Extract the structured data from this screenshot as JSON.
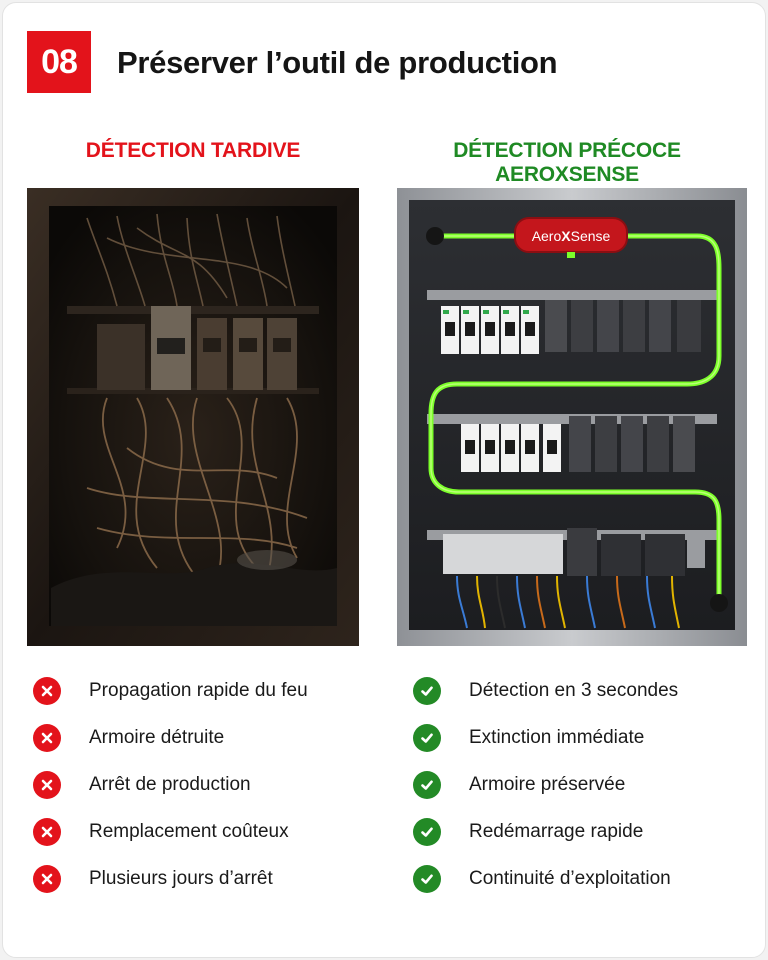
{
  "header": {
    "number": "08",
    "title": "Préserver l’outil de production"
  },
  "columns": {
    "left": {
      "heading": "DÉTECTION TARDIVE",
      "image": "burned-electrical-cabinet",
      "items": [
        "Propagation rapide du feu",
        "Armoire détruite",
        "Arrêt de production",
        "Remplacement coûteux",
        "Plusieurs jours d’arrêt"
      ]
    },
    "right": {
      "heading": "DÉTECTION PRÉCOCE AEROXSENSE",
      "image": "protected-electrical-cabinet",
      "device_label_a": "Aero",
      "device_label_b": "X",
      "device_label_c": "Sense",
      "items": [
        "Détection en 3 secondes",
        "Extinction immédiate",
        "Armoire préservée",
        "Redémarrage rapide",
        "Continuité d’exploitation"
      ]
    }
  },
  "colors": {
    "accent_red": "#e3131b",
    "accent_green": "#1f8a24",
    "tube_green": "#7cff2a"
  }
}
